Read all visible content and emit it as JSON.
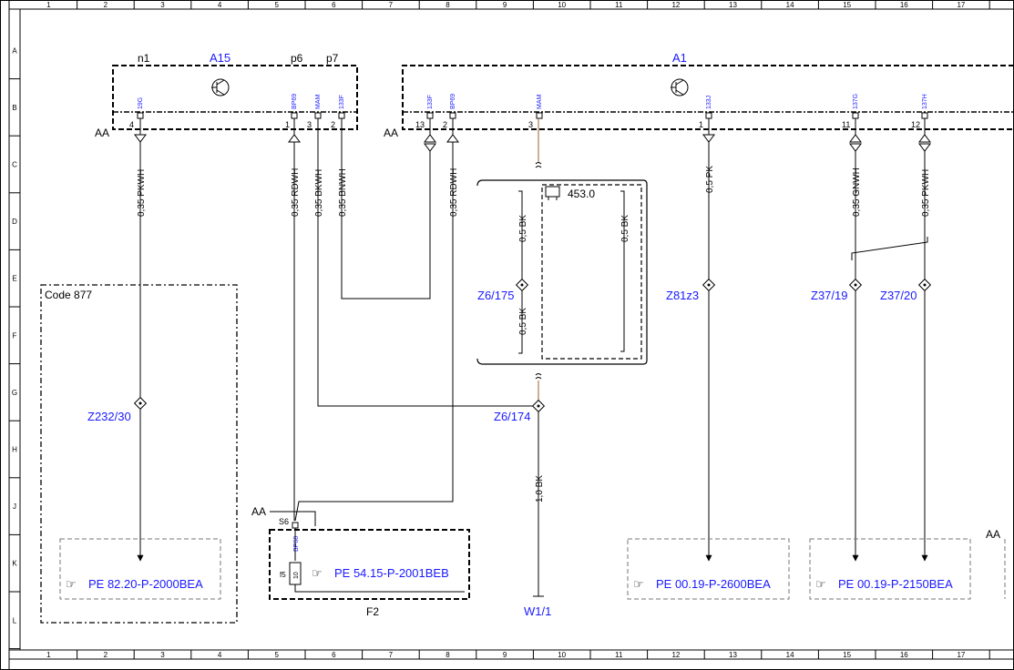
{
  "grid": {
    "columns": [
      "1",
      "2",
      "3",
      "4",
      "5",
      "6",
      "7",
      "8",
      "9",
      "10",
      "11",
      "12",
      "13",
      "14",
      "15",
      "16",
      "17"
    ],
    "rows": [
      "A",
      "B",
      "C",
      "D",
      "E",
      "F",
      "G",
      "H",
      "J",
      "K",
      "L"
    ]
  },
  "components": {
    "a15": {
      "name": "A15",
      "pins": {
        "n1": "n1",
        "p6": "p6",
        "p7": "p7"
      }
    },
    "a1": {
      "name": "A1"
    },
    "f2": {
      "name": "F2",
      "fuse_label": "f5",
      "fuse_value": "10",
      "terminal": "S6",
      "pin_code": "BP68"
    },
    "code877": {
      "label": "Code 877"
    },
    "connector_453": {
      "label": "453.0"
    }
  },
  "ground_label": "AA",
  "pins": {
    "a15_4": {
      "code": "19G",
      "num": "4"
    },
    "a15_1": {
      "code": "BP69",
      "num": "1"
    },
    "a15_3": {
      "code": "MAM",
      "num": "3"
    },
    "a15_2": {
      "code": "133F",
      "num": "2"
    },
    "a1_13": {
      "code": "133F",
      "num": "13"
    },
    "a1_2": {
      "code": "BP69",
      "num": "2"
    },
    "a1_3": {
      "code": "MAM",
      "num": "3"
    },
    "a1_1": {
      "code": "133J",
      "num": "1"
    },
    "a1_11": {
      "code": "137G",
      "num": "11"
    },
    "a1_12": {
      "code": "137H",
      "num": "12"
    }
  },
  "wires": {
    "w1": "0,35 PKWH",
    "w2": "0,35 RDWH",
    "w3": "0,35 BKWH",
    "w4": "0,35 BNWH",
    "w5": "0,35 RDWH",
    "w6": "0,5 PK",
    "w7": "0,35 GNWH",
    "w8": "0,35 PKWH",
    "w9": "0,5 BK",
    "w10": "0,5 BK",
    "w11": "0,5 BK",
    "w12": "1,0 BK"
  },
  "splices": {
    "z232_30": "Z232/30",
    "z6_175": "Z6/175",
    "z6_174": "Z6/174",
    "z81z3": "Z81z3",
    "z37_19": "Z37/19",
    "z37_20": "Z37/20"
  },
  "ground_point": "W1/1",
  "references": {
    "ref1": "PE 82.20-P-2000BEA",
    "ref2": "PE 54.15-P-2001BEB",
    "ref3": "PE 00.19-P-2600BEA",
    "ref4": "PE 00.19-P-2150BEA"
  },
  "colors": {
    "label_blue": "#1a1aff",
    "line": "#000000",
    "brown_wire": "#b07850",
    "dashed_grey": "#777777"
  }
}
